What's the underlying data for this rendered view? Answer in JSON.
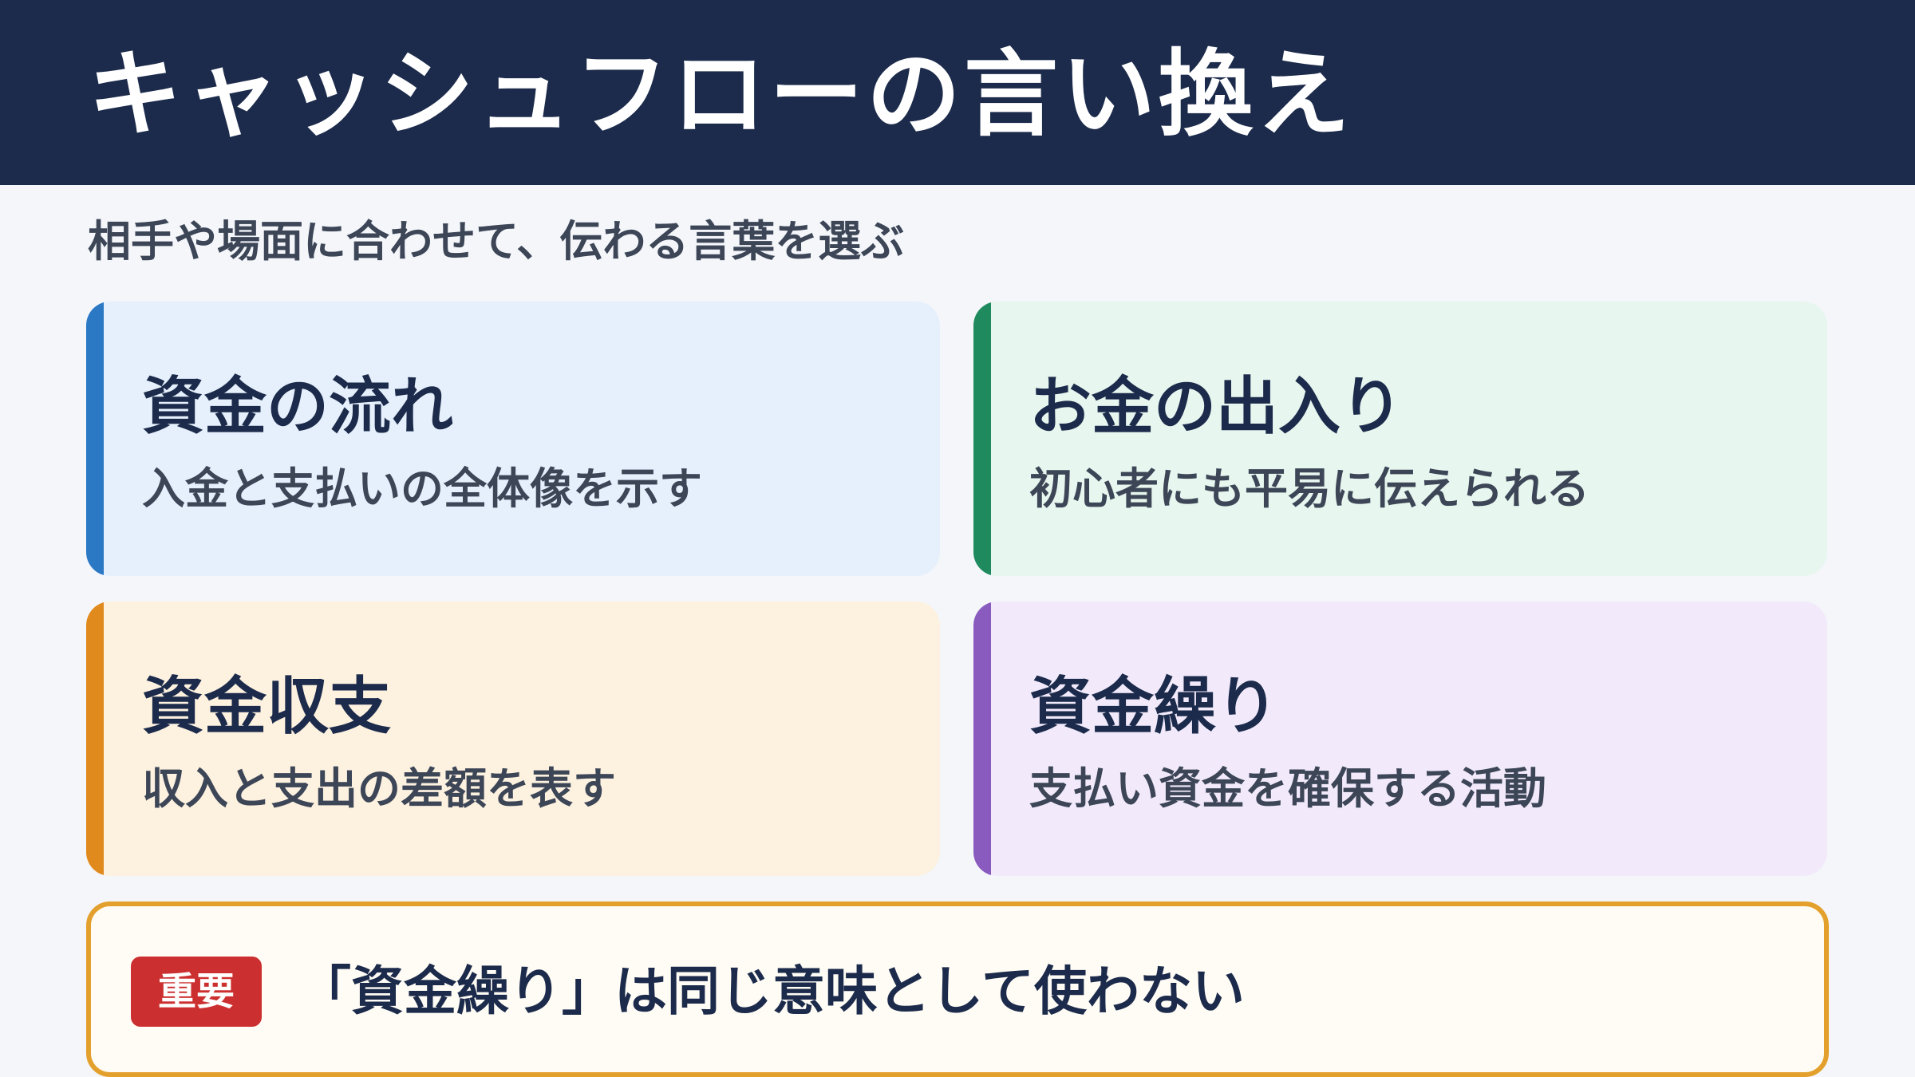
{
  "header": {
    "title": "キャッシュフローの言い換え"
  },
  "subtitle": "相手や場面に合わせて、伝わる言葉を選ぶ",
  "cards": [
    {
      "term": "資金の流れ",
      "description": "入金と支払いの全体像を示す",
      "accent_color": "#2b78c5",
      "background_color": "#e6f0fc"
    },
    {
      "term": "お金の出入り",
      "description": "初心者にも平易に伝えられる",
      "accent_color": "#1f8a5e",
      "background_color": "#e7f6ee"
    },
    {
      "term": "資金収支",
      "description": "収入と支出の差額を表す",
      "accent_color": "#e08a1e",
      "background_color": "#fdf1e0"
    },
    {
      "term": "資金繰り",
      "description": "支払い資金を確保する活動",
      "accent_color": "#8a5bbf",
      "background_color": "#f2eafb"
    }
  ],
  "note": {
    "badge": "重要",
    "text": "「資金繰り」は同じ意味として使わない",
    "border_color": "#e4a02c",
    "badge_color": "#cc2f2f"
  },
  "colors": {
    "header_background": "#1c2b4b",
    "page_background": "#f4f6fa"
  }
}
